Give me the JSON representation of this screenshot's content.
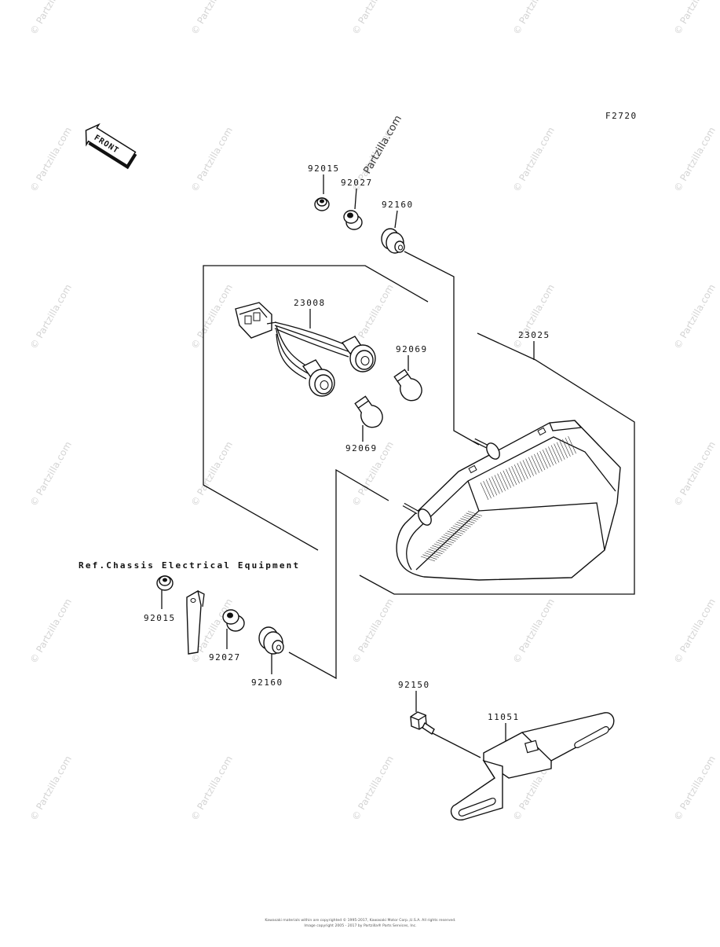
{
  "diagram_code": "F2720",
  "front_marker": "FRONT",
  "watermark": "© Partzilla.com",
  "watermark_large": "Partzilla.com",
  "reference_note": "Ref.Chassis Electrical Equipment",
  "parts": {
    "nut_upper": "92015",
    "collar_upper": "92027",
    "grommet_upper": "92160",
    "harness": "23008",
    "bulb_right": "92069",
    "bulb_left": "92069",
    "tail_lamp_assy": "23025",
    "nut_lower": "92015",
    "collar_lower": "92027",
    "grommet_lower": "92160",
    "bolt": "92150",
    "bracket": "11051"
  },
  "copyright": {
    "line1": "Kawasaki materials within are copyrighted © 1995-2017, Kawasaki Motor Corp.,U.S.A. All rights reserved.",
    "line2": "Image copyright 2005 - 2017 by Partzilla® Parts Services, Inc."
  }
}
